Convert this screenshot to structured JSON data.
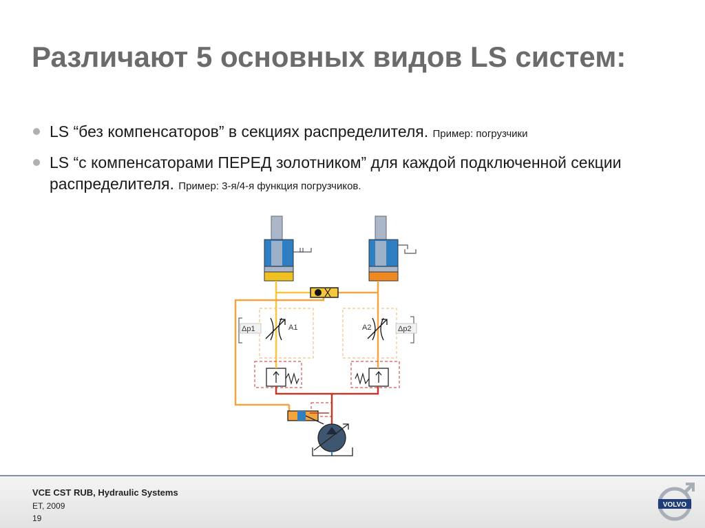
{
  "slide": {
    "title": "Различают 5 основных видов LS систем:",
    "bullets": [
      {
        "text": "LS “без компенсаторов” в секциях распределителя. ",
        "example": "Пример: погрузчики"
      },
      {
        "text": "LS “с компенсаторами ПЕРЕД золотником” для каждой подключенной секции распределителя. ",
        "example": "Пример: 3-я/4-я функция погрузчиков."
      }
    ]
  },
  "diagram": {
    "labels": {
      "dp1": "Δp1",
      "a1": "A1",
      "a2": "A2",
      "dp2": "Δp2"
    },
    "colors": {
      "cylinder_blue": "#2e7fc1",
      "cylinder_gray": "#a9b7c8",
      "left_bottom": "#f0c020",
      "right_bottom": "#ef8a22",
      "supply_line": "#c0392b",
      "ls_line": "#f2a53c",
      "load_line": "#f5c63a",
      "pump": "#3f5670"
    },
    "icons": [
      "cylinder-icon",
      "shuttle-valve-icon",
      "throttle-icon",
      "compensator-icon",
      "pump-icon",
      "tank-icon"
    ]
  },
  "footer": {
    "company": "VCE CST RUB, Hydraulic Systems",
    "date": "ET, 2009",
    "page": "19",
    "logo_text": "VOLVO"
  }
}
